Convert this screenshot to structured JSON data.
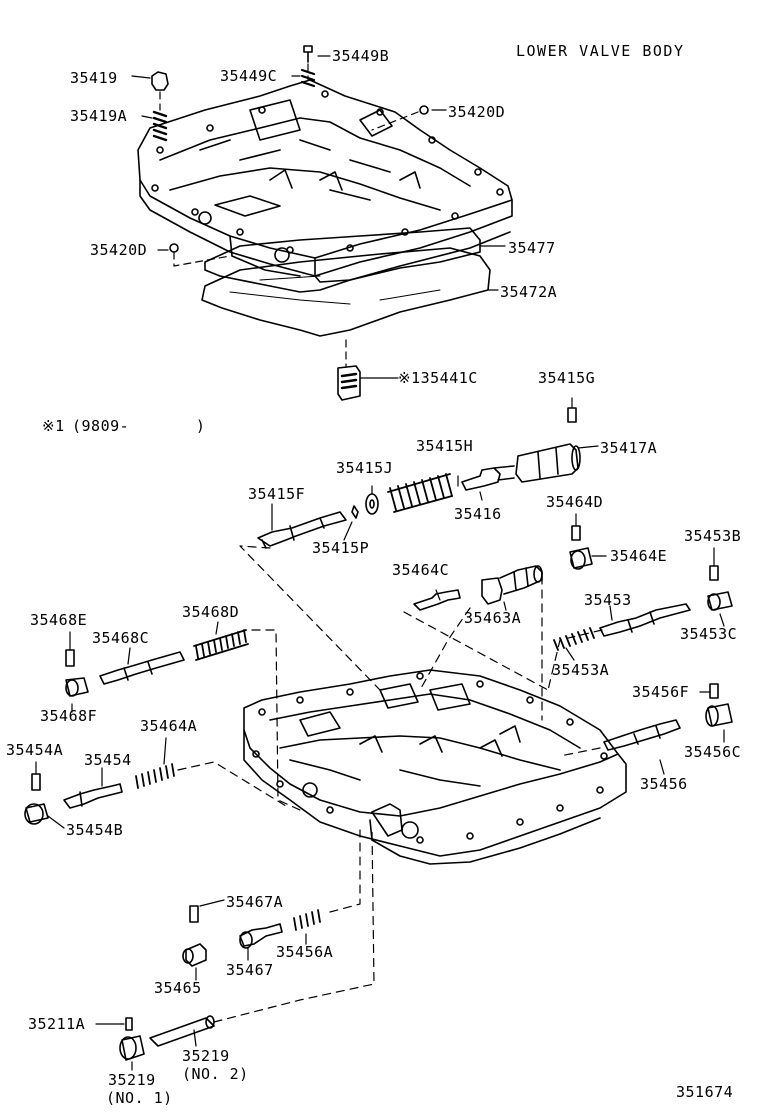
{
  "title": "LOWER VALVE BODY",
  "figure_number": "351674",
  "footnote": {
    "mark": "※1",
    "text": "(9809-       )"
  },
  "parts": [
    {
      "id": "p35419",
      "label": "35419"
    },
    {
      "id": "p35419A",
      "label": "35419A"
    },
    {
      "id": "p35449B",
      "label": "35449B"
    },
    {
      "id": "p35449C",
      "label": "35449C"
    },
    {
      "id": "p35420D_top",
      "label": "35420D"
    },
    {
      "id": "p35420D_left",
      "label": "35420D"
    },
    {
      "id": "p35477",
      "label": "35477"
    },
    {
      "id": "p35472A",
      "label": "35472A"
    },
    {
      "id": "p35441C",
      "label": "※135441C"
    },
    {
      "id": "p35415G",
      "label": "35415G"
    },
    {
      "id": "p35417A",
      "label": "35417A"
    },
    {
      "id": "p35415H",
      "label": "35415H"
    },
    {
      "id": "p35415J",
      "label": "35415J"
    },
    {
      "id": "p35415F",
      "label": "35415F"
    },
    {
      "id": "p35416",
      "label": "35416"
    },
    {
      "id": "p35415P",
      "label": "35415P"
    },
    {
      "id": "p35464D",
      "label": "35464D"
    },
    {
      "id": "p35464E",
      "label": "35464E"
    },
    {
      "id": "p35453B",
      "label": "35453B"
    },
    {
      "id": "p35464C",
      "label": "35464C"
    },
    {
      "id": "p35463A",
      "label": "35463A"
    },
    {
      "id": "p35453",
      "label": "35453"
    },
    {
      "id": "p35453C",
      "label": "35453C"
    },
    {
      "id": "p35453A",
      "label": "35453A"
    },
    {
      "id": "p35468E",
      "label": "35468E"
    },
    {
      "id": "p35468D",
      "label": "35468D"
    },
    {
      "id": "p35468C",
      "label": "35468C"
    },
    {
      "id": "p35468F",
      "label": "35468F"
    },
    {
      "id": "p35456F",
      "label": "35456F"
    },
    {
      "id": "p35456C",
      "label": "35456C"
    },
    {
      "id": "p35456",
      "label": "35456"
    },
    {
      "id": "p35454A",
      "label": "35454A"
    },
    {
      "id": "p35464A",
      "label": "35464A"
    },
    {
      "id": "p35454",
      "label": "35454"
    },
    {
      "id": "p35454B",
      "label": "35454B"
    },
    {
      "id": "p35467A",
      "label": "35467A"
    },
    {
      "id": "p35456A",
      "label": "35456A"
    },
    {
      "id": "p35467",
      "label": "35467"
    },
    {
      "id": "p35465",
      "label": "35465"
    },
    {
      "id": "p35211A",
      "label": "35211A"
    },
    {
      "id": "p35219_no2",
      "label": "35219"
    },
    {
      "id": "p35219_no2_note",
      "label": "(NO. 2)"
    },
    {
      "id": "p35219_no1",
      "label": "35219"
    },
    {
      "id": "p35219_no1_note",
      "label": "(NO. 1)"
    }
  ]
}
